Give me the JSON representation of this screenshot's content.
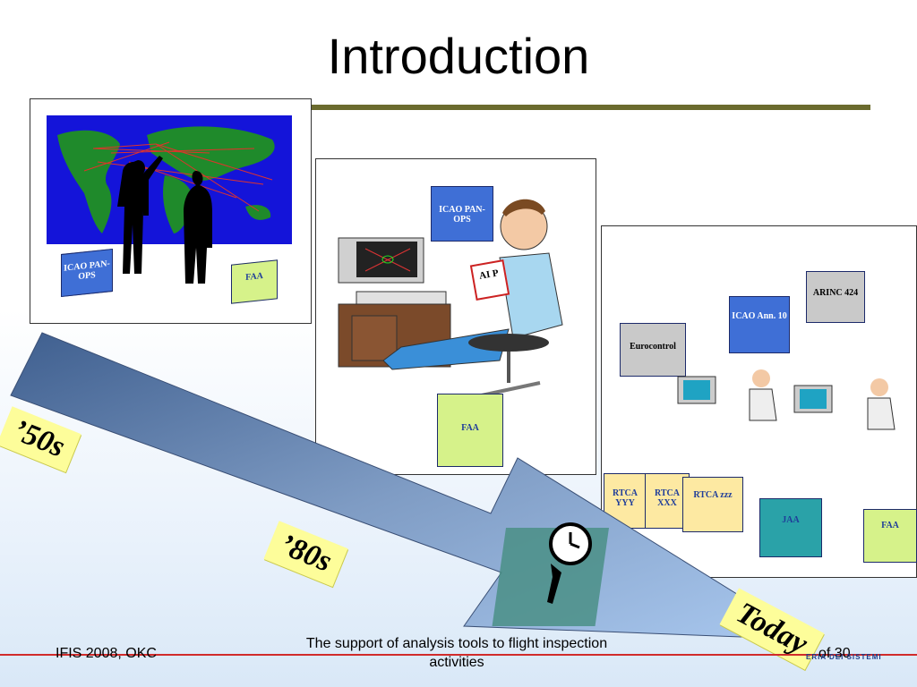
{
  "title": "Introduction",
  "panel1": {
    "book_icao": "ICAO PAN-OPS",
    "book_faa": "FAA"
  },
  "panel2": {
    "book_icao": "ICAO PAN-OPS",
    "book_aip": "AI P",
    "book_faa": "FAA"
  },
  "panel3": {
    "book_icao": "ICAO Ann. 10",
    "book_arinc": "ARINC 424",
    "book_eurocontrol": "Eurocontrol",
    "book_rtca_1": "RTCA YYY",
    "book_rtca_2": "RTCA XXX",
    "book_rtca_3": "RTCA zzz",
    "book_jaa": "JAA",
    "book_faa": "FAA"
  },
  "timeline": {
    "era_1": "’50s",
    "era_2": "’80s",
    "era_3": "Today"
  },
  "footer": {
    "left": "IFIS 2008, OKC",
    "center": "The support of analysis tools to flight inspection activities",
    "page": "of 30",
    "logo_text": "ERIA DEI SISTEMI"
  },
  "colors": {
    "rule": "#6b6b2e",
    "footer_line": "#d12b2b",
    "arrow": "#6f8fb5",
    "map_background": "#1414d9",
    "continents": "#1f8a2b"
  }
}
